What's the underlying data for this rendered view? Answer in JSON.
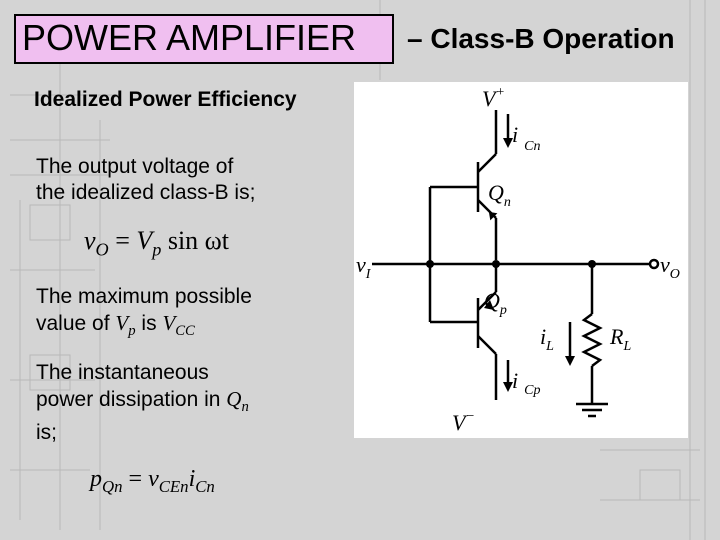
{
  "slide": {
    "title_main": "POWER AMPLIFIER",
    "title_sub": "– Class-B Operation",
    "section_heading": "Idealized Power Efficiency"
  },
  "body": {
    "p1_line1": "The output voltage of",
    "p1_line2": "the idealized class-B is;",
    "p2_line1": "The maximum possible",
    "p2_prefix": "value of",
    "p2_is": "is",
    "p3_line1": "The instantaneous",
    "p3_prefix": "power dissipation in",
    "p3_line3": "is;"
  },
  "math": {
    "eq1_lhs_var": "v",
    "eq1_lhs_sub": "O",
    "eq1_eq": "=",
    "eq1_rhs_var": "V",
    "eq1_rhs_sub": "p",
    "eq1_func": "sin ωt",
    "vp_var": "V",
    "vp_sub": "p",
    "vcc_var": "V",
    "vcc_sub": "CC",
    "qn_var": "Q",
    "qn_sub": "n",
    "eq2_lhs_var": "p",
    "eq2_lhs_sub": "Qn",
    "eq2_eq": "=",
    "eq2_v": "v",
    "eq2_v_sub": "CEn",
    "eq2_i": "i",
    "eq2_i_sub": "Cn"
  },
  "circuit": {
    "vplus": "V",
    "vplus_sup": "+",
    "vminus": "V",
    "vminus_sup": "−",
    "icn": "i",
    "icn_sub": "Cn",
    "icp": "i",
    "icp_sub": "Cp",
    "qn": "Q",
    "qn_sub": "n",
    "qp": "Q",
    "qp_sub": "p",
    "vi": "v",
    "vi_sub": "I",
    "vo": "v",
    "vo_sub": "O",
    "il": "i",
    "il_sub": "L",
    "rl": "R",
    "rl_sub": "L"
  }
}
